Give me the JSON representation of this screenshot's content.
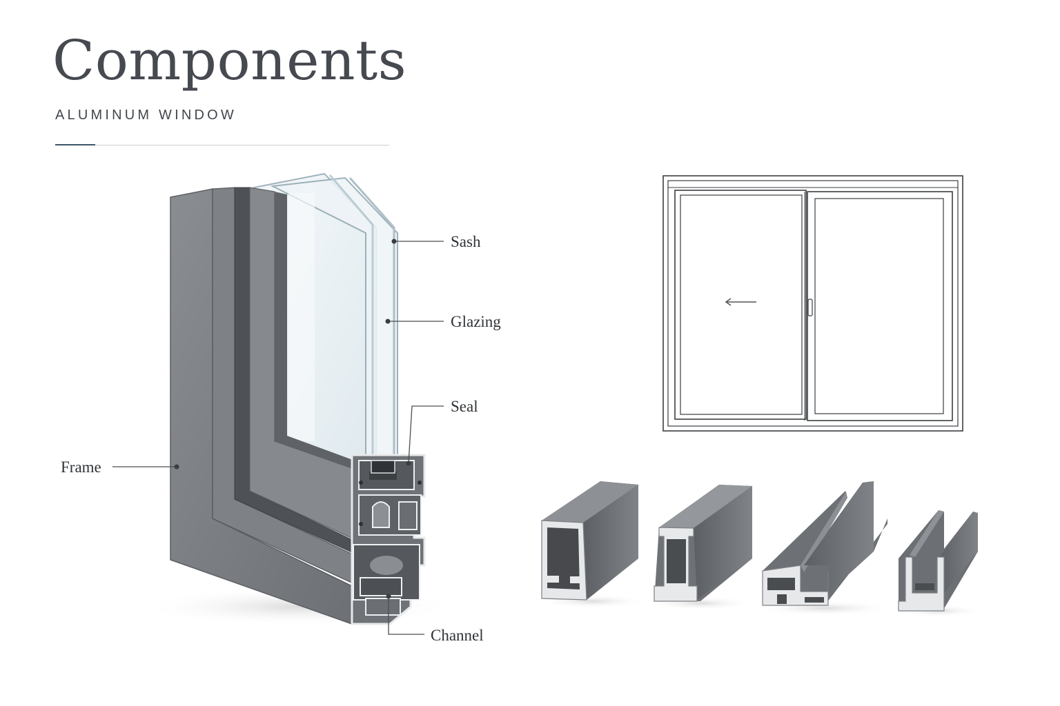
{
  "header": {
    "title": "Components",
    "subtitle": "ALUMINUM WINDOW"
  },
  "labels": {
    "sash": "Sash",
    "glazing": "Glazing",
    "seal": "Seal",
    "frame": "Frame",
    "channel": "Channel"
  },
  "colors": {
    "accent_rule": "#3c5566",
    "aluminum": "#777a7e",
    "aluminum_dark": "#4f5256",
    "aluminum_light": "#9a9da1",
    "glass": "#e9f1f4",
    "label_text": "#2f3337"
  },
  "sliding_window_drawing": {
    "panels": 2,
    "direction_icon": "arrow-left-icon"
  },
  "profiles": [
    "rectangular-tube-profile",
    "sash-profile",
    "track-profile",
    "u-channel-profile"
  ]
}
